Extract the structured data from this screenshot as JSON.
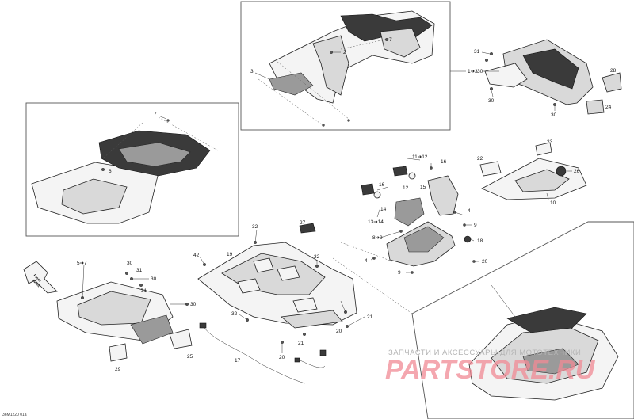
{
  "callouts": {
    "c1_3": "1➔3",
    "c2": "2",
    "c3": "3",
    "c4a": "4",
    "c4b": "4",
    "c5_7": "5➔7",
    "c6": "6",
    "c7a": "7",
    "c7b": "7",
    "c8_9": "8➔9",
    "c9a": "9",
    "c9b": "9",
    "c10": "10",
    "c11_12": "11➔12",
    "c12": "12",
    "c13_14": "13➔14",
    "c14": "14",
    "c15": "15",
    "c16a": "16",
    "c16b": "16",
    "c17": "17",
    "c18": "18",
    "c19": "19",
    "c20a": "20",
    "c20b": "20",
    "c20c": "20",
    "c21a": "21",
    "c21b": "21",
    "c22": "22",
    "c23": "23",
    "c24": "24",
    "c25": "25",
    "c26": "26",
    "c27": "27",
    "c28": "28",
    "c29": "29",
    "c30a": "30",
    "c30b": "30",
    "c30c": "30",
    "c30d": "30",
    "c30e": "30",
    "c31a": "31",
    "c31b": "31",
    "c31c": "31",
    "c32a": "32",
    "c32b": "32",
    "c32c": "32"
  },
  "front_label_line1": "Front",
  "front_label_line2": "Avant",
  "watermark_text": "ЗАПЧАСТИ И АКСЕССУАРЫ ДЛЯ МОТОТЕХНИКИ",
  "watermark_brand": "PARTSTORE.RU",
  "drawing_code": "36M1220 01a"
}
